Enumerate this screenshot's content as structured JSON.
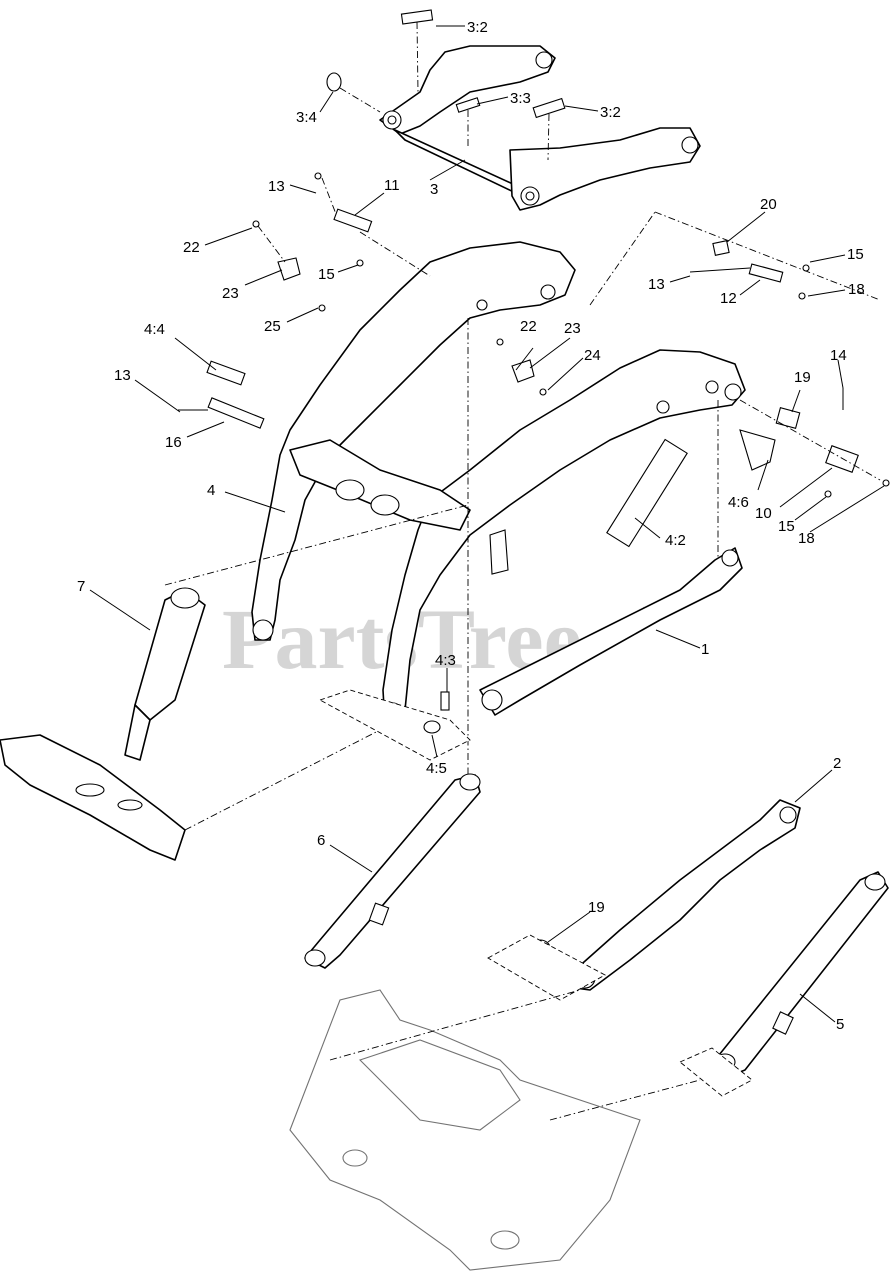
{
  "watermark": {
    "text": "PartsTree",
    "trademark": "™"
  },
  "callouts": [
    {
      "id": "c-3-2-top",
      "text": "3:2"
    },
    {
      "id": "c-3-4",
      "text": "3:4"
    },
    {
      "id": "c-3-3",
      "text": "3:3"
    },
    {
      "id": "c-3-2-right",
      "text": "3:2"
    },
    {
      "id": "c-3",
      "text": "3"
    },
    {
      "id": "c-13-a",
      "text": "13"
    },
    {
      "id": "c-11",
      "text": "11"
    },
    {
      "id": "c-22-a",
      "text": "22"
    },
    {
      "id": "c-15-a",
      "text": "15"
    },
    {
      "id": "c-23-a",
      "text": "23"
    },
    {
      "id": "c-25",
      "text": "25"
    },
    {
      "id": "c-20",
      "text": "20"
    },
    {
      "id": "c-15-b",
      "text": "15"
    },
    {
      "id": "c-13-b",
      "text": "13"
    },
    {
      "id": "c-12",
      "text": "12"
    },
    {
      "id": "c-18-a",
      "text": "18"
    },
    {
      "id": "c-4-4",
      "text": "4:4"
    },
    {
      "id": "c-22-b",
      "text": "22"
    },
    {
      "id": "c-23-b",
      "text": "23"
    },
    {
      "id": "c-24",
      "text": "24"
    },
    {
      "id": "c-13-c",
      "text": "13"
    },
    {
      "id": "c-16",
      "text": "16"
    },
    {
      "id": "c-14",
      "text": "14"
    },
    {
      "id": "c-19-a",
      "text": "19"
    },
    {
      "id": "c-4",
      "text": "4"
    },
    {
      "id": "c-4-6",
      "text": "4:6"
    },
    {
      "id": "c-10",
      "text": "10"
    },
    {
      "id": "c-15-c",
      "text": "15"
    },
    {
      "id": "c-18-b",
      "text": "18"
    },
    {
      "id": "c-4-2",
      "text": "4:2"
    },
    {
      "id": "c-7",
      "text": "7"
    },
    {
      "id": "c-1",
      "text": "1"
    },
    {
      "id": "c-4-3",
      "text": "4:3"
    },
    {
      "id": "c-4-5",
      "text": "4:5"
    },
    {
      "id": "c-2",
      "text": "2"
    },
    {
      "id": "c-6",
      "text": "6"
    },
    {
      "id": "c-19-b",
      "text": "19"
    },
    {
      "id": "c-5",
      "text": "5"
    }
  ]
}
